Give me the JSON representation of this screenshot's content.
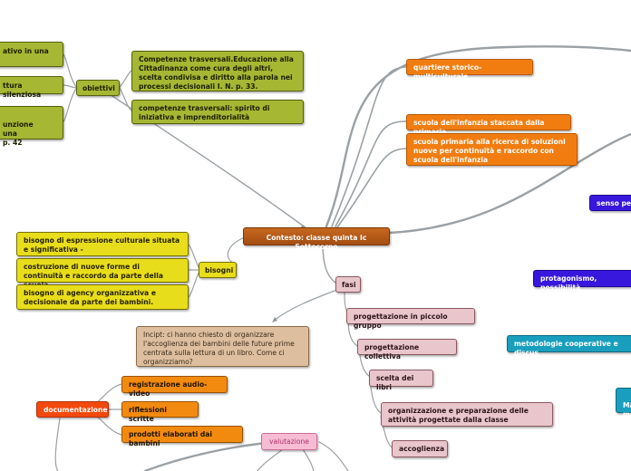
{
  "central": "Contesto: classe quinta Ic Sottocorno",
  "obiettivi": {
    "label": "obiettivi",
    "left_items": [
      "ativo in una",
      "ttura silenziosa",
      "unzione\nuna\np. 42"
    ],
    "right_items": [
      "Competenze trasversali.Educazione alla Cittadinanza come cura degli altri, scelta condivisa e diritto alla parola nei processi decisionali I. N. p. 33.",
      "competenze trasversali: spirito di iniziativa e imprenditorialità"
    ]
  },
  "contesto": [
    "quartiere storico- multiculturale",
    "scuola dell'infanzia staccata dalla primaria",
    "scuola primaria alla ricerca di soluzioni nuove per continuità e raccordo con scuola dell'infanzia"
  ],
  "bisogni": {
    "label": "bisogni",
    "items": [
      "bisogno di espressione culturale situata  e significativa -",
      "costruzione di  nuove forme di continuità e raccordo da parte della scuola.",
      "bisogno di agency organizzativa e decisionale da parte dei bambini."
    ]
  },
  "fasi": {
    "label": "fasi",
    "items": [
      "progettazione in piccolo gruppo",
      "progettazione collettiva",
      "scelta dei libri",
      "organizzazione e preparazione delle attività progettate dalla classe",
      "accoglienza"
    ]
  },
  "incipit": "Incipt: ci hanno chiesto di organizzare l'accoglienza dei bambini delle future prime centrata sulla lettura di un libro. Come ci organizziamo?",
  "documentazione": {
    "label": "documentazione",
    "items": [
      "registrazione audio-video",
      "riflessioni scritte",
      "prodotti elaborati dai bambini"
    ]
  },
  "valutazione": "valutazione",
  "right_side": {
    "senso": "senso per",
    "protagonismo": "protagonismo, possibilità",
    "metodologie": "metodologie cooperative e discus",
    "ma": "Ma\nma"
  },
  "colors": {
    "olive": "#a5b733",
    "yellow": "#e8dd1a",
    "orange": "#f17d11",
    "pink": "#e9c5cc",
    "central": "#b85a1a",
    "red": "#f2490d",
    "blue": "#3718dc",
    "teal": "#199fbd",
    "link": "#8f969b"
  }
}
